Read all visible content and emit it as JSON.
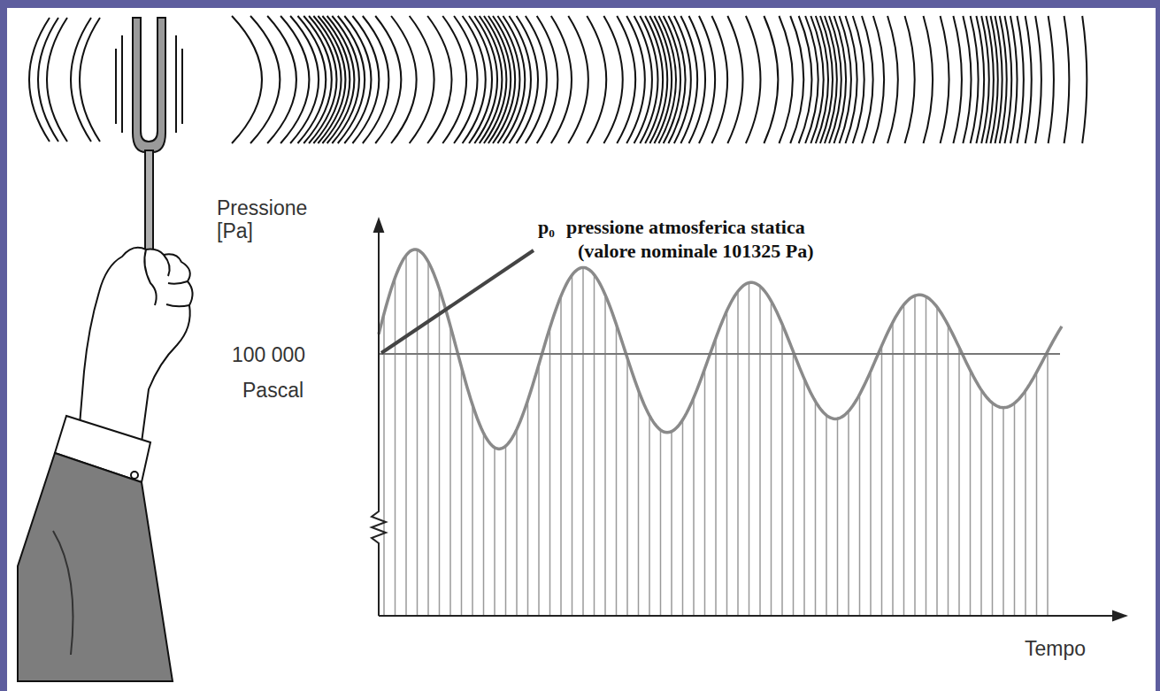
{
  "diagram": {
    "labels": [
      "Pressione [Pa]",
      "p₀",
      "pressione atmosferica statica",
      "(valore nominale 101325 Pa)",
      "100 000",
      "Pascal",
      "Tempo"
    ]
  }
}
